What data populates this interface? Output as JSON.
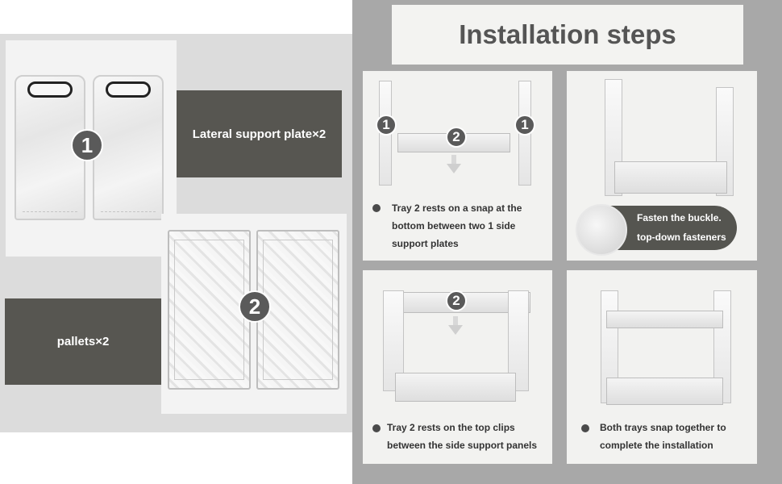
{
  "left": {
    "plates_number": "1",
    "plates_label": "Lateral support plate×2",
    "pallets_number": "2",
    "pallets_label": "pallets×2"
  },
  "title": "Installation steps",
  "steps": [
    {
      "markers": [
        "1",
        "2",
        "1"
      ],
      "text_lines": [
        "Tray 2 rests on a snap at the",
        "bottom between two 1 side",
        "support plates"
      ]
    },
    {
      "callout_lines": [
        "Fasten the buckle.",
        "top-down fasteners"
      ]
    },
    {
      "markers": [
        "2"
      ],
      "text_lines": [
        "Tray 2 rests on the top clips",
        "between the side support panels"
      ]
    },
    {
      "text_lines": [
        "Both trays snap together to",
        "complete the installation"
      ]
    }
  ],
  "colors": {
    "label_box": "#575651",
    "number_badge": "#5a5a5a",
    "right_background": "#a8a8a8",
    "title_text": "#555555"
  }
}
